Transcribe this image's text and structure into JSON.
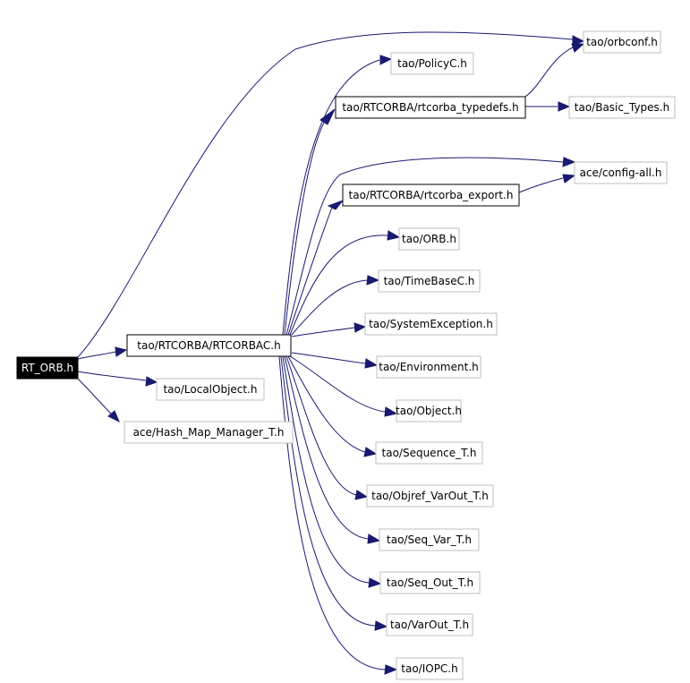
{
  "nodes": [
    {
      "id": "rt_orb",
      "label": "RT_ORB.h",
      "style": "root"
    },
    {
      "id": "rtcorbac",
      "label": "tao/RTCORBA/RTCORBAC.h",
      "style": "dark"
    },
    {
      "id": "localobject",
      "label": "tao/LocalObject.h",
      "style": "light"
    },
    {
      "id": "hash_map",
      "label": "ace/Hash_Map_Manager_T.h",
      "style": "light"
    },
    {
      "id": "orbconf",
      "label": "tao/orbconf.h",
      "style": "light"
    },
    {
      "id": "policyc",
      "label": "tao/PolicyC.h",
      "style": "light"
    },
    {
      "id": "rtcorba_typedefs",
      "label": "tao/RTCORBA/rtcorba_typedefs.h",
      "style": "dark"
    },
    {
      "id": "basic_types",
      "label": "tao/Basic_Types.h",
      "style": "light"
    },
    {
      "id": "config_all",
      "label": "ace/config-all.h",
      "style": "light"
    },
    {
      "id": "rtcorba_export",
      "label": "tao/RTCORBA/rtcorba_export.h",
      "style": "dark"
    },
    {
      "id": "orb",
      "label": "tao/ORB.h",
      "style": "light"
    },
    {
      "id": "timebasec",
      "label": "tao/TimeBaseC.h",
      "style": "light"
    },
    {
      "id": "systemexception",
      "label": "tao/SystemException.h",
      "style": "light"
    },
    {
      "id": "environment",
      "label": "tao/Environment.h",
      "style": "light"
    },
    {
      "id": "object",
      "label": "tao/Object.h",
      "style": "light"
    },
    {
      "id": "sequence_t",
      "label": "tao/Sequence_T.h",
      "style": "light"
    },
    {
      "id": "objref_varout",
      "label": "tao/Objref_VarOut_T.h",
      "style": "light"
    },
    {
      "id": "seq_var",
      "label": "tao/Seq_Var_T.h",
      "style": "light"
    },
    {
      "id": "seq_out",
      "label": "tao/Seq_Out_T.h",
      "style": "light"
    },
    {
      "id": "varout",
      "label": "tao/VarOut_T.h",
      "style": "light"
    },
    {
      "id": "iopc",
      "label": "tao/IOPC.h",
      "style": "light"
    }
  ],
  "edges": [
    [
      "rt_orb",
      "rtcorbac"
    ],
    [
      "rt_orb",
      "localobject"
    ],
    [
      "rt_orb",
      "hash_map"
    ],
    [
      "rt_orb",
      "orbconf"
    ],
    [
      "rtcorbac",
      "policyc"
    ],
    [
      "rtcorbac",
      "rtcorba_typedefs"
    ],
    [
      "rtcorbac",
      "config_all"
    ],
    [
      "rtcorbac",
      "rtcorba_export"
    ],
    [
      "rtcorbac",
      "orb"
    ],
    [
      "rtcorbac",
      "timebasec"
    ],
    [
      "rtcorbac",
      "systemexception"
    ],
    [
      "rtcorbac",
      "environment"
    ],
    [
      "rtcorbac",
      "object"
    ],
    [
      "rtcorbac",
      "sequence_t"
    ],
    [
      "rtcorbac",
      "objref_varout"
    ],
    [
      "rtcorbac",
      "seq_var"
    ],
    [
      "rtcorbac",
      "seq_out"
    ],
    [
      "rtcorbac",
      "varout"
    ],
    [
      "rtcorbac",
      "iopc"
    ],
    [
      "rtcorba_typedefs",
      "orbconf"
    ],
    [
      "rtcorba_typedefs",
      "basic_types"
    ],
    [
      "rtcorba_export",
      "config_all"
    ]
  ],
  "colors": {
    "edge": "#191970",
    "root_fill": "#000000",
    "root_text": "#ffffff",
    "dark_border": "#000000",
    "light_border": "#bfbfbf",
    "text": "#000000"
  }
}
